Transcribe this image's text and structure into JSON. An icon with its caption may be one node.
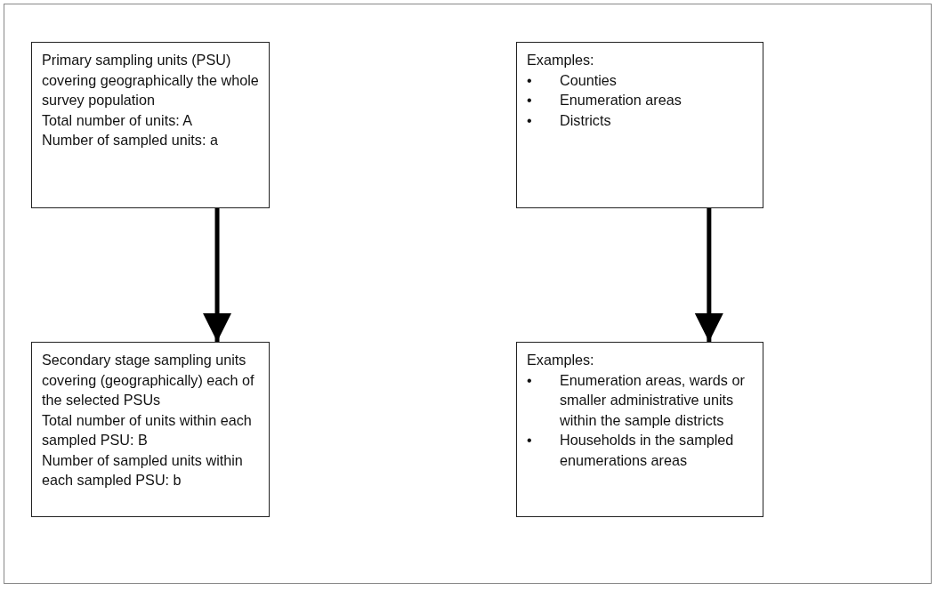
{
  "diagram": {
    "nodes": [
      {
        "text": [
          "Primary sampling units (PSU) covering geographically the whole survey population",
          "Total number of units: A",
          "Number of sampled units: a"
        ]
      },
      {
        "text": [
          "Examples:",
          "• Counties",
          "• Enumeration areas",
          "• Districts"
        ]
      },
      {
        "text": [
          "Secondary stage sampling units covering (geographically) each of the selected PSUs",
          "Total number of units within each sampled PSU: B",
          "Number of sampled units within each sampled PSU: b"
        ]
      },
      {
        "text": [
          "Examples:",
          "• Enumeration areas, wards or smaller administrative units within the sample districts",
          "• Households in the sampled enumerations areas"
        ]
      }
    ],
    "edges": [
      {
        "from": 0,
        "to": 2,
        "arrow": "to"
      },
      {
        "from": 1,
        "to": 3,
        "arrow": "to"
      }
    ]
  }
}
